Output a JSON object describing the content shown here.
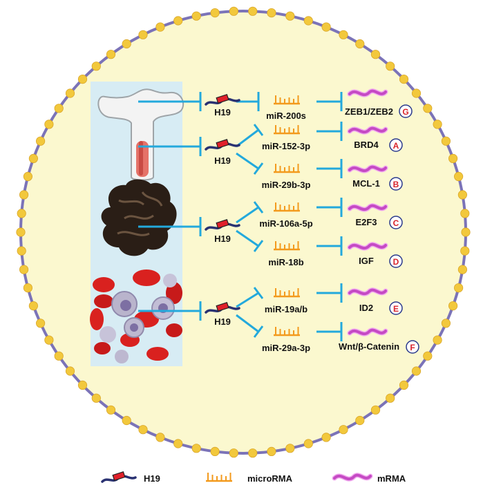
{
  "h19_labels": [
    "H19",
    "H19",
    "H19",
    "H19"
  ],
  "mirnas": [
    "miR-200s",
    "miR-152-3p",
    "miR-29b-3p",
    "miR-106a-5p",
    "miR-18b",
    "miR-19a/b",
    "miR-29a-3p"
  ],
  "targets": [
    {
      "name": "ZEB1/ZEB2",
      "letter": "G"
    },
    {
      "name": "BRD4",
      "letter": "A"
    },
    {
      "name": "MCL-1",
      "letter": "B"
    },
    {
      "name": "E2F3",
      "letter": "C"
    },
    {
      "name": "IGF",
      "letter": "D"
    },
    {
      "name": "ID2",
      "letter": "E"
    },
    {
      "name": "Wnt/β-Catenin",
      "letter": "F"
    }
  ],
  "legend": {
    "h19": "H19",
    "microrna": "microRMA",
    "mrna": "mRMA"
  },
  "colors": {
    "cell_fill": "#fbf8cf",
    "membrane": "#7b73b8",
    "bead": "#f2c83c",
    "panel": "#d7ecf4",
    "inhibit": "#23a9dc",
    "mirna": "#f39a1d",
    "mrna": "#c54ac4",
    "h19_line": "#2a3272",
    "h19_box": "#e0202a",
    "badge_text": "#d8242b"
  }
}
